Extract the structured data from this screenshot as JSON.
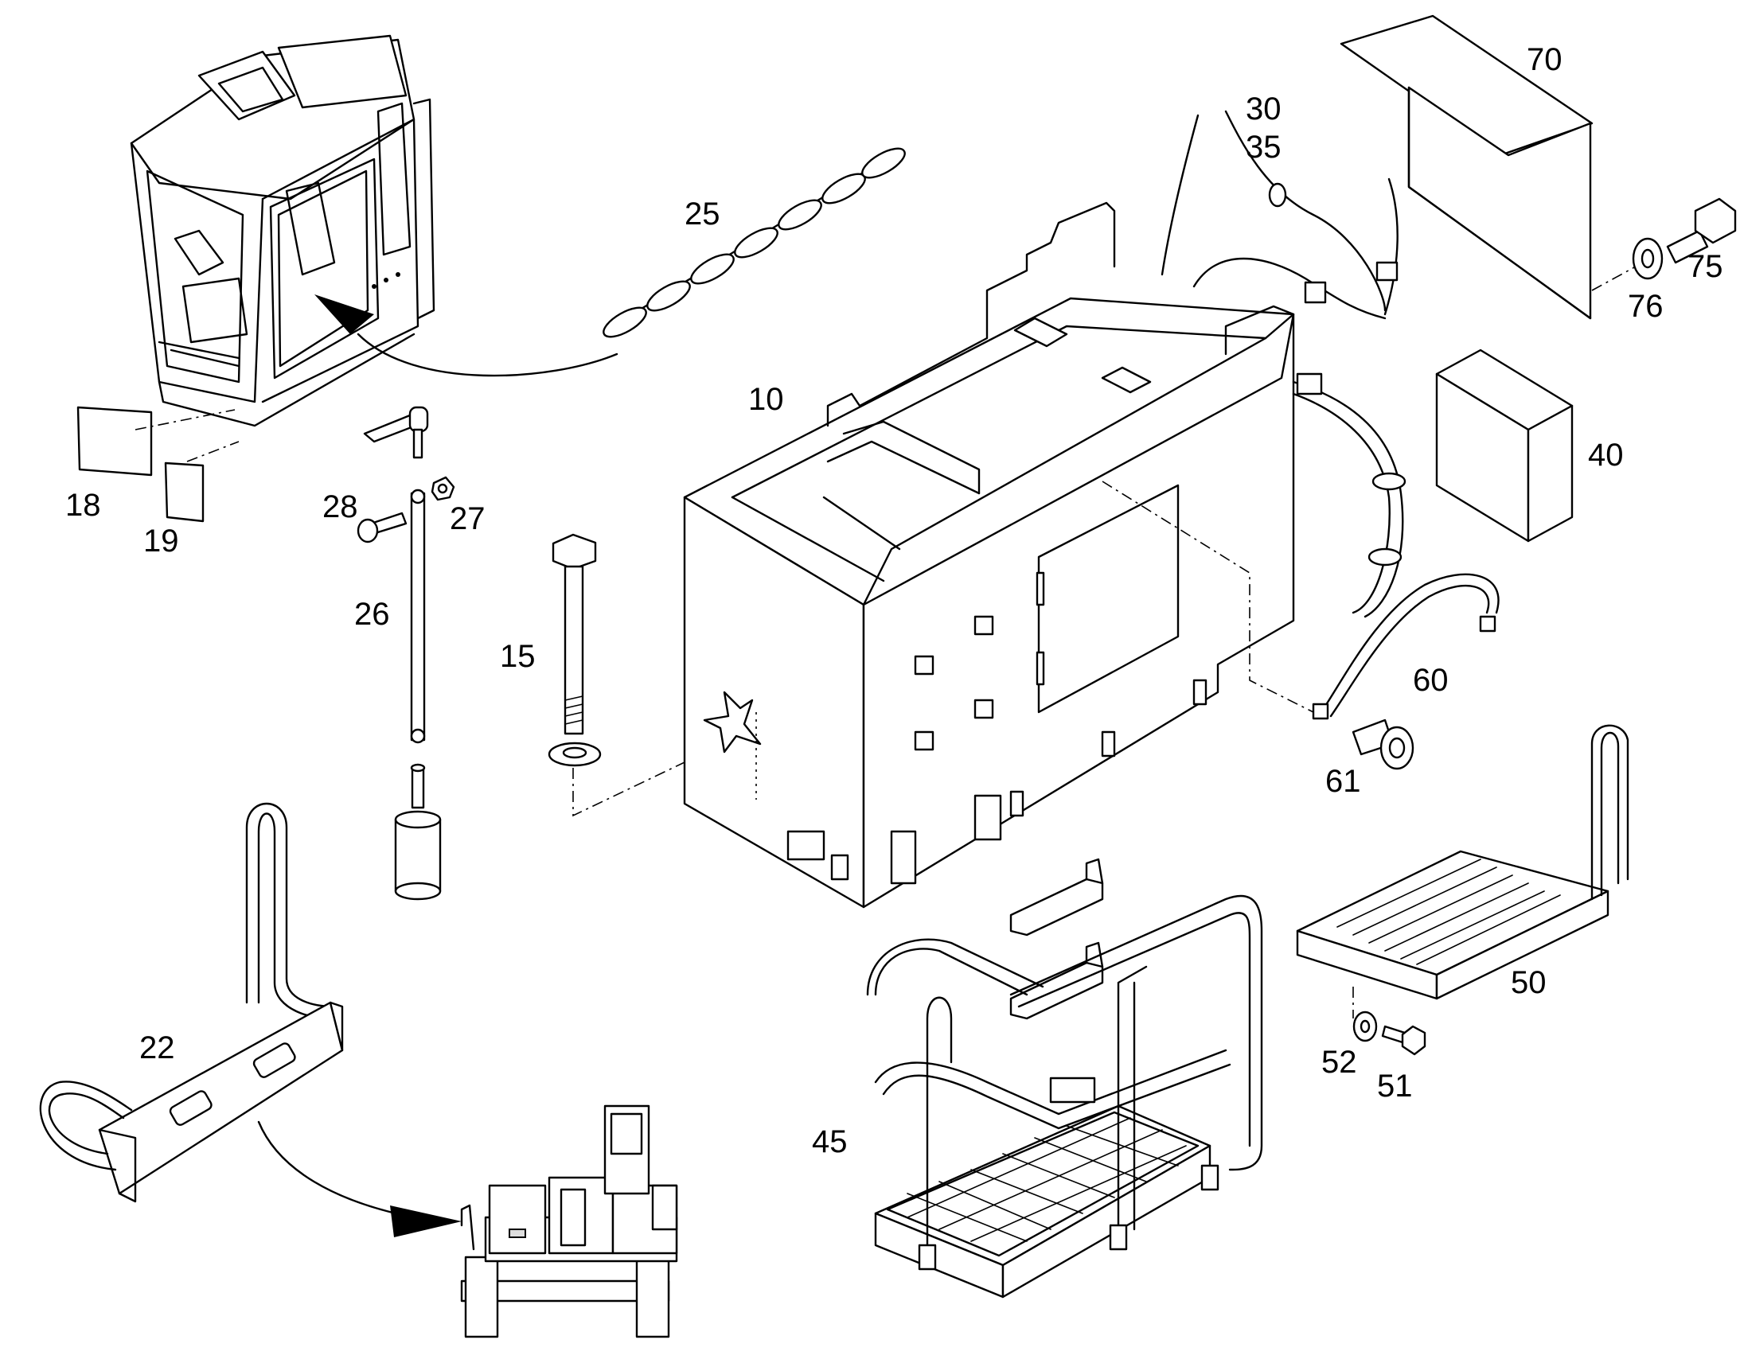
{
  "callouts": {
    "c10": "10",
    "c15": "15",
    "c18": "18",
    "c19": "19",
    "c22": "22",
    "c25": "25",
    "c26": "26",
    "c27": "27",
    "c28": "28",
    "c30": "30",
    "c35": "35",
    "c40": "40",
    "c45": "45",
    "c50": "50",
    "c51": "51",
    "c52": "52",
    "c60": "60",
    "c61": "61",
    "c70": "70",
    "c75": "75",
    "c76": "76"
  }
}
